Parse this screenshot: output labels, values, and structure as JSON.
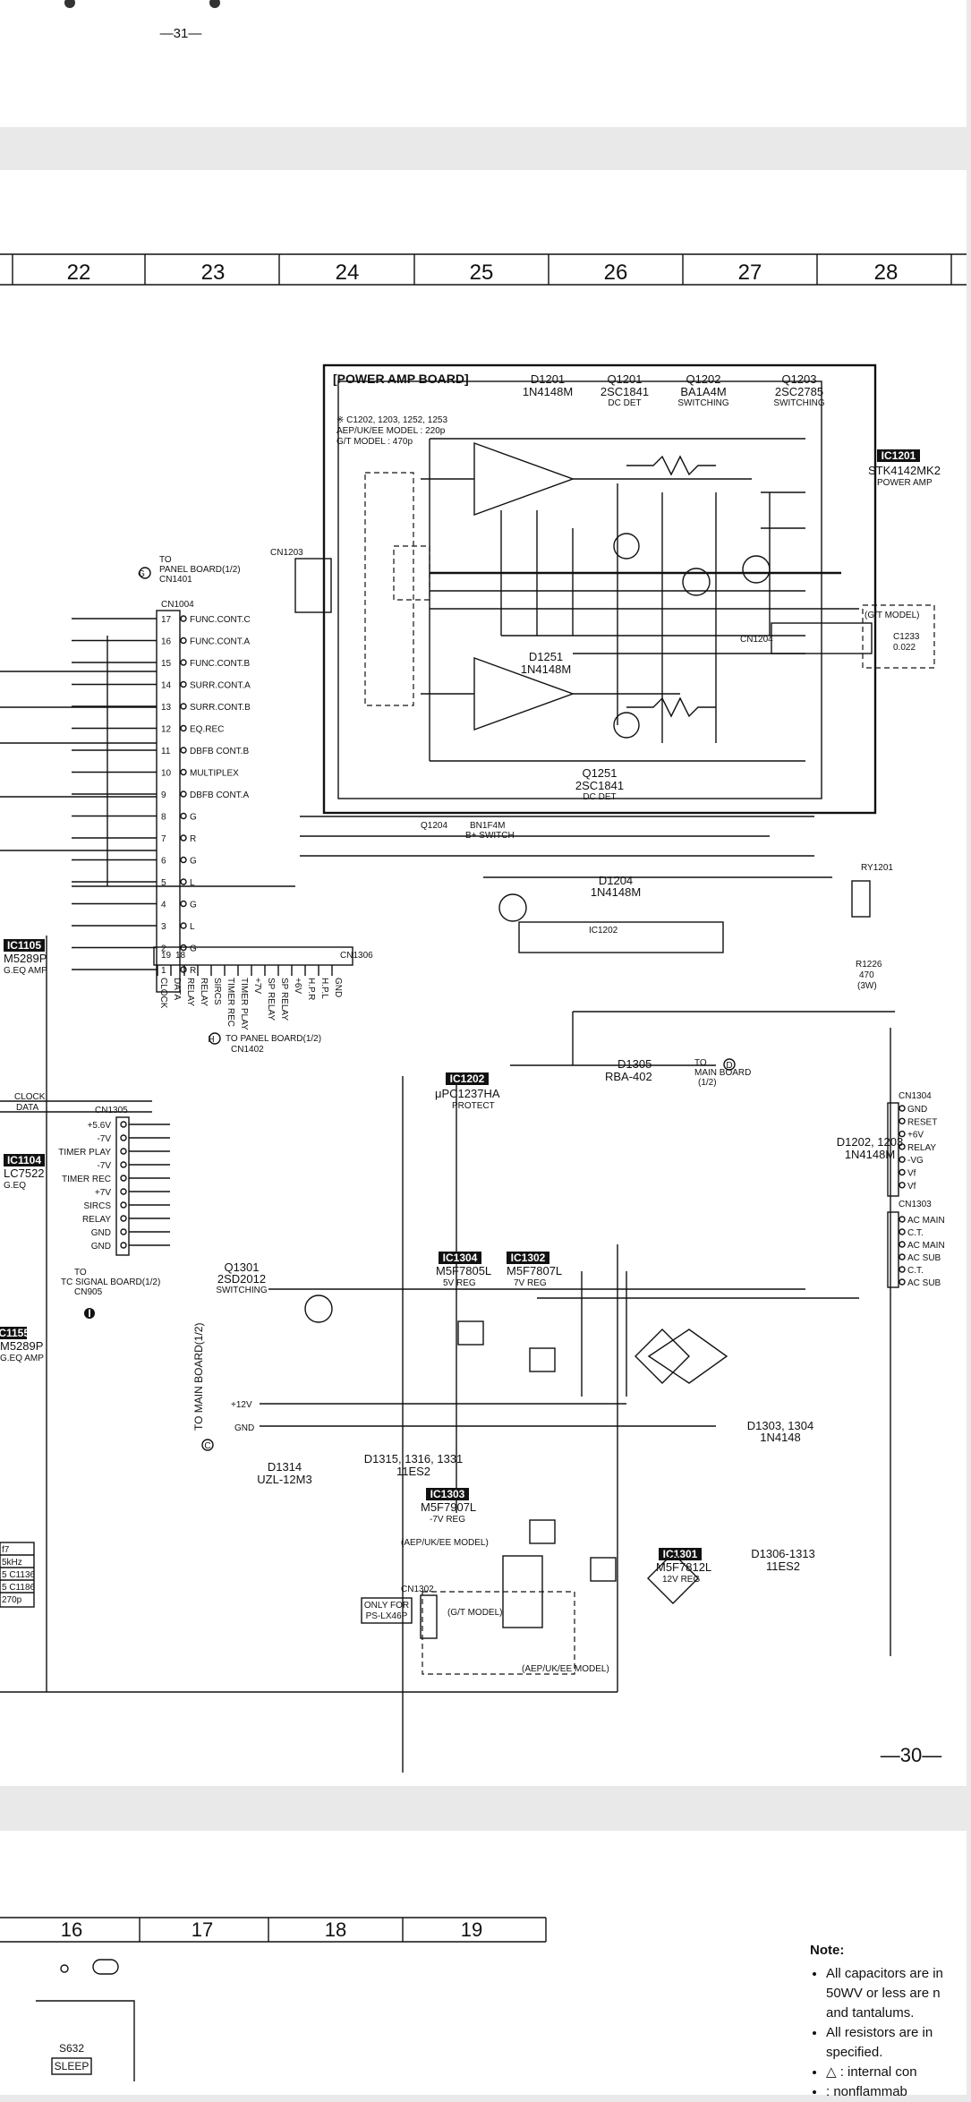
{
  "top_page": {
    "page_number": "—31—"
  },
  "main_page": {
    "page_number": "—30—",
    "grid_numbers": [
      "22",
      "23",
      "24",
      "25",
      "26",
      "27",
      "28"
    ],
    "power_amp_board": {
      "title": "[POWER AMP BOARD]",
      "header_parts": [
        {
          "ref": "D1201",
          "part": "1N4148M",
          "fn": ""
        },
        {
          "ref": "Q1201",
          "part": "2SC1841",
          "fn": "DC DET"
        },
        {
          "ref": "Q1202",
          "part": "BA1A4M",
          "fn": "SWITCHING"
        },
        {
          "ref": "Q1203",
          "part": "2SC2785",
          "fn": "SWITCHING"
        }
      ],
      "model_note": [
        "※ C1202, 1203, 1252, 1253",
        "AEP/UK/EE MODEL : 220p",
        "G/T MODEL : 470p"
      ],
      "ic1201": {
        "tag": "IC1201",
        "part": "STK4142MK2",
        "fn": "POWER AMP"
      },
      "bottom_parts": [
        {
          "ref": "D1251",
          "part": "1N4148M"
        },
        {
          "ref": "Q1251",
          "part": "2SC1841",
          "fn": "DC DET"
        }
      ],
      "gt_model": "(G/T MODEL)",
      "c1233": [
        "C1233",
        "0.022"
      ]
    },
    "panel_board_top": {
      "lines": [
        "TO",
        "PANEL BOARD(1/2)",
        "CN1401"
      ],
      "connector": "CN1004",
      "signals": [
        "FUNC.CONT.C",
        "FUNC.CONT.A",
        "FUNC.CONT.B",
        "SURR.CONT.A",
        "SURR.CONT.B",
        "EQ.REC",
        "DBFB CONT.B",
        "MULTIPLEX",
        "DBFB CONT.A",
        "G",
        "R",
        "G",
        "L",
        "G",
        "L",
        "G",
        "R"
      ],
      "pin_numbers": [
        "17",
        "16",
        "15",
        "14",
        "13",
        "12",
        "11",
        "10",
        "9",
        "8",
        "7",
        "6",
        "5",
        "4",
        "3",
        "2",
        "1"
      ]
    },
    "cn1203": "CN1203",
    "cn1204": "CN1204",
    "q1204": {
      "ref": "Q1204",
      "part": "BN1F4M",
      "fn": "B+ SWITCH"
    },
    "d1204": {
      "ref": "D1204",
      "part": "1N4148M"
    },
    "ic1202_label": "IC1202",
    "d1202": {
      "ref": "D1202, 1203",
      "part": "1N4148M"
    },
    "ry1201": "RY1201",
    "r1226": [
      "R1226",
      "470",
      "(3W)"
    ],
    "panel_board_mid": {
      "connector": "CN1306",
      "signals": [
        "CLOCK",
        "DATA",
        "RELAY",
        "RELAY",
        "SIRCS",
        "TIMER REC",
        "TIMER PLAY",
        "+7V",
        "SP RELAY",
        "SP RELAY",
        "+6V",
        "H.P.R",
        "H.P.L",
        "GND"
      ],
      "pins": [
        "19",
        "18"
      ],
      "caption": "TO PANEL BOARD(1/2)",
      "caption_cn": "CN1402"
    },
    "ic1202_tag": {
      "tag": "IC1202",
      "part": "μPC1237HA",
      "fn": "PROTECT"
    },
    "d1305": {
      "ref": "D1305",
      "part": "RBA-402"
    },
    "to_main_board": [
      "TO",
      "MAIN BOARD",
      "(1/2)"
    ],
    "cn1304": {
      "connector": "CN1304",
      "signals": [
        "GND",
        "RESET",
        "+6V",
        "RELAY",
        "-VG",
        "Vf",
        "Vf"
      ]
    },
    "cn1303": {
      "connector": "CN1303",
      "signals": [
        "AC MAIN",
        "C.T.",
        "AC MAIN",
        "AC SUB",
        "C.T.",
        "AC SUB"
      ]
    },
    "cn1305": {
      "connector": "CN1305",
      "signals": [
        "+5.6V",
        "-7V",
        "TIMER PLAY",
        "-7V",
        "TIMER REC",
        "+7V",
        "SIRCS",
        "RELAY",
        "GND",
        "GND"
      ],
      "caption": [
        "TO",
        "TC SIGNAL BOARD(1/2)",
        "CN905"
      ]
    },
    "left_ics": [
      {
        "tag": "IC1105",
        "part": "M5289P",
        "fn": "G.EQ AMP"
      },
      {
        "tag": "IC1104",
        "part": "LC7522",
        "fn": "G.EQ"
      },
      {
        "tag": "IC1155",
        "part": "M5289P",
        "fn": "G.EQ AMP"
      }
    ],
    "q1301": {
      "ref": "Q1301",
      "part": "2SD2012",
      "fn": "SWITCHING"
    },
    "to_main_board_side": "TO MAIN BOARD(1/2)",
    "regulators": [
      {
        "tag": "IC1304",
        "part": "M5F7805L",
        "fn": "5V REG"
      },
      {
        "tag": "IC1302",
        "part": "M5F7807L",
        "fn": "7V REG"
      },
      {
        "tag": "IC1303",
        "part": "M5F7907L",
        "fn": "-7V REG"
      },
      {
        "tag": "IC1301",
        "part": "M5F7812L",
        "fn": "12V REG"
      }
    ],
    "d1303": {
      "ref": "D1303, 1304",
      "part": "1N4148"
    },
    "d1315": {
      "ref": "D1315, 1316, 1331",
      "part": "11ES2"
    },
    "d1314": {
      "ref": "D1314",
      "part": "UZL-12M3"
    },
    "d1306": {
      "ref": "D1306-1313",
      "part": "11ES2"
    },
    "aep_model": "(AEP/UK/EE MODEL)",
    "gt_model_bottom": "(G/T MODEL)",
    "aep_model_bottom": "(AEP/UK/EE MODEL)",
    "cn1302": "CN1302",
    "only_for": [
      "ONLY FOR",
      "PS-LX46P"
    ],
    "rail_labels": [
      "+12V",
      "GND"
    ],
    "left_table": [
      "f7",
      "5kHz",
      "5 C1136",
      "5 C1186",
      "270p"
    ],
    "misc_labels": [
      "CLOCK",
      "DATA"
    ]
  },
  "next_page": {
    "grid_numbers": [
      "16",
      "17",
      "18",
      "19"
    ],
    "s632": "S632",
    "sleep": "SLEEP",
    "note": {
      "title": "Note:",
      "items": [
        "All capacitors are in",
        "50WV or less are n",
        "and tantalums.",
        "All resistors are in",
        "specified.",
        "△ : internal con",
        ": nonflammab"
      ]
    }
  }
}
